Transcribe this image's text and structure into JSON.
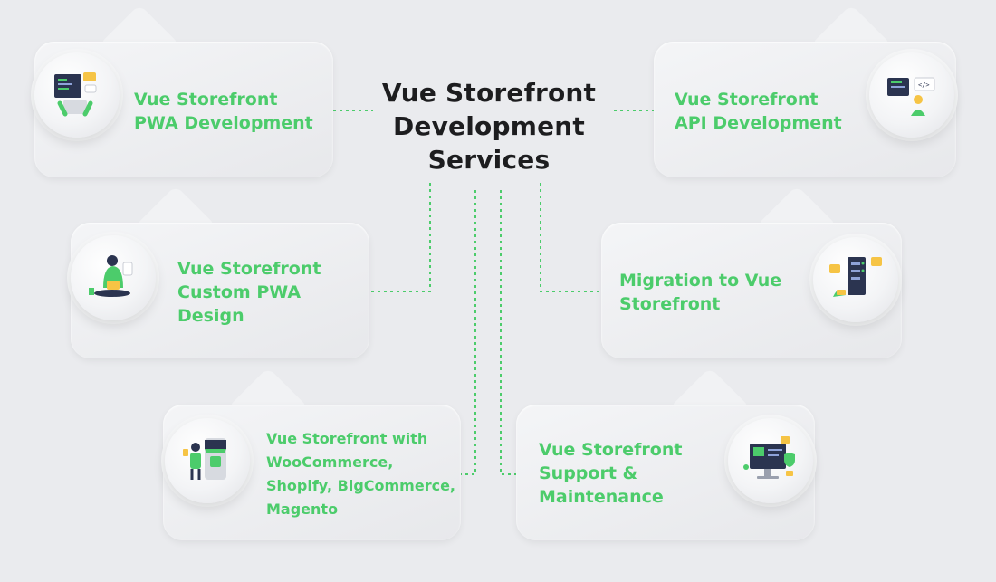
{
  "title": {
    "line1": "Vue Storefront",
    "line2": "Development",
    "line3": "Services"
  },
  "services": [
    {
      "lines": [
        "Vue Storefront",
        "PWA Development"
      ],
      "icon": "developer-at-laptop-icon"
    },
    {
      "lines": [
        "Vue Storefront",
        "API Development"
      ],
      "icon": "api-code-screen-icon"
    },
    {
      "lines": [
        "Vue Storefront",
        "Custom PWA",
        "Design"
      ],
      "icon": "designer-with-laptop-icon"
    },
    {
      "lines": [
        "Migration to Vue",
        "Storefront"
      ],
      "icon": "server-migration-icon"
    },
    {
      "lines": [
        "Vue Storefront with",
        "WooCommerce,",
        "Shopify, BigCommerce,",
        "Magento"
      ],
      "icon": "mobile-store-icon"
    },
    {
      "lines": [
        "Vue Storefront",
        "Support &",
        "Maintenance"
      ],
      "icon": "support-monitor-icon"
    }
  ],
  "colors": {
    "accent": "#4ccc6b",
    "title": "#1d1d1f",
    "background": "#eaebee",
    "card": "#f1f2f4",
    "icon_dark": "#2b3450",
    "icon_yellow": "#f6c445"
  }
}
